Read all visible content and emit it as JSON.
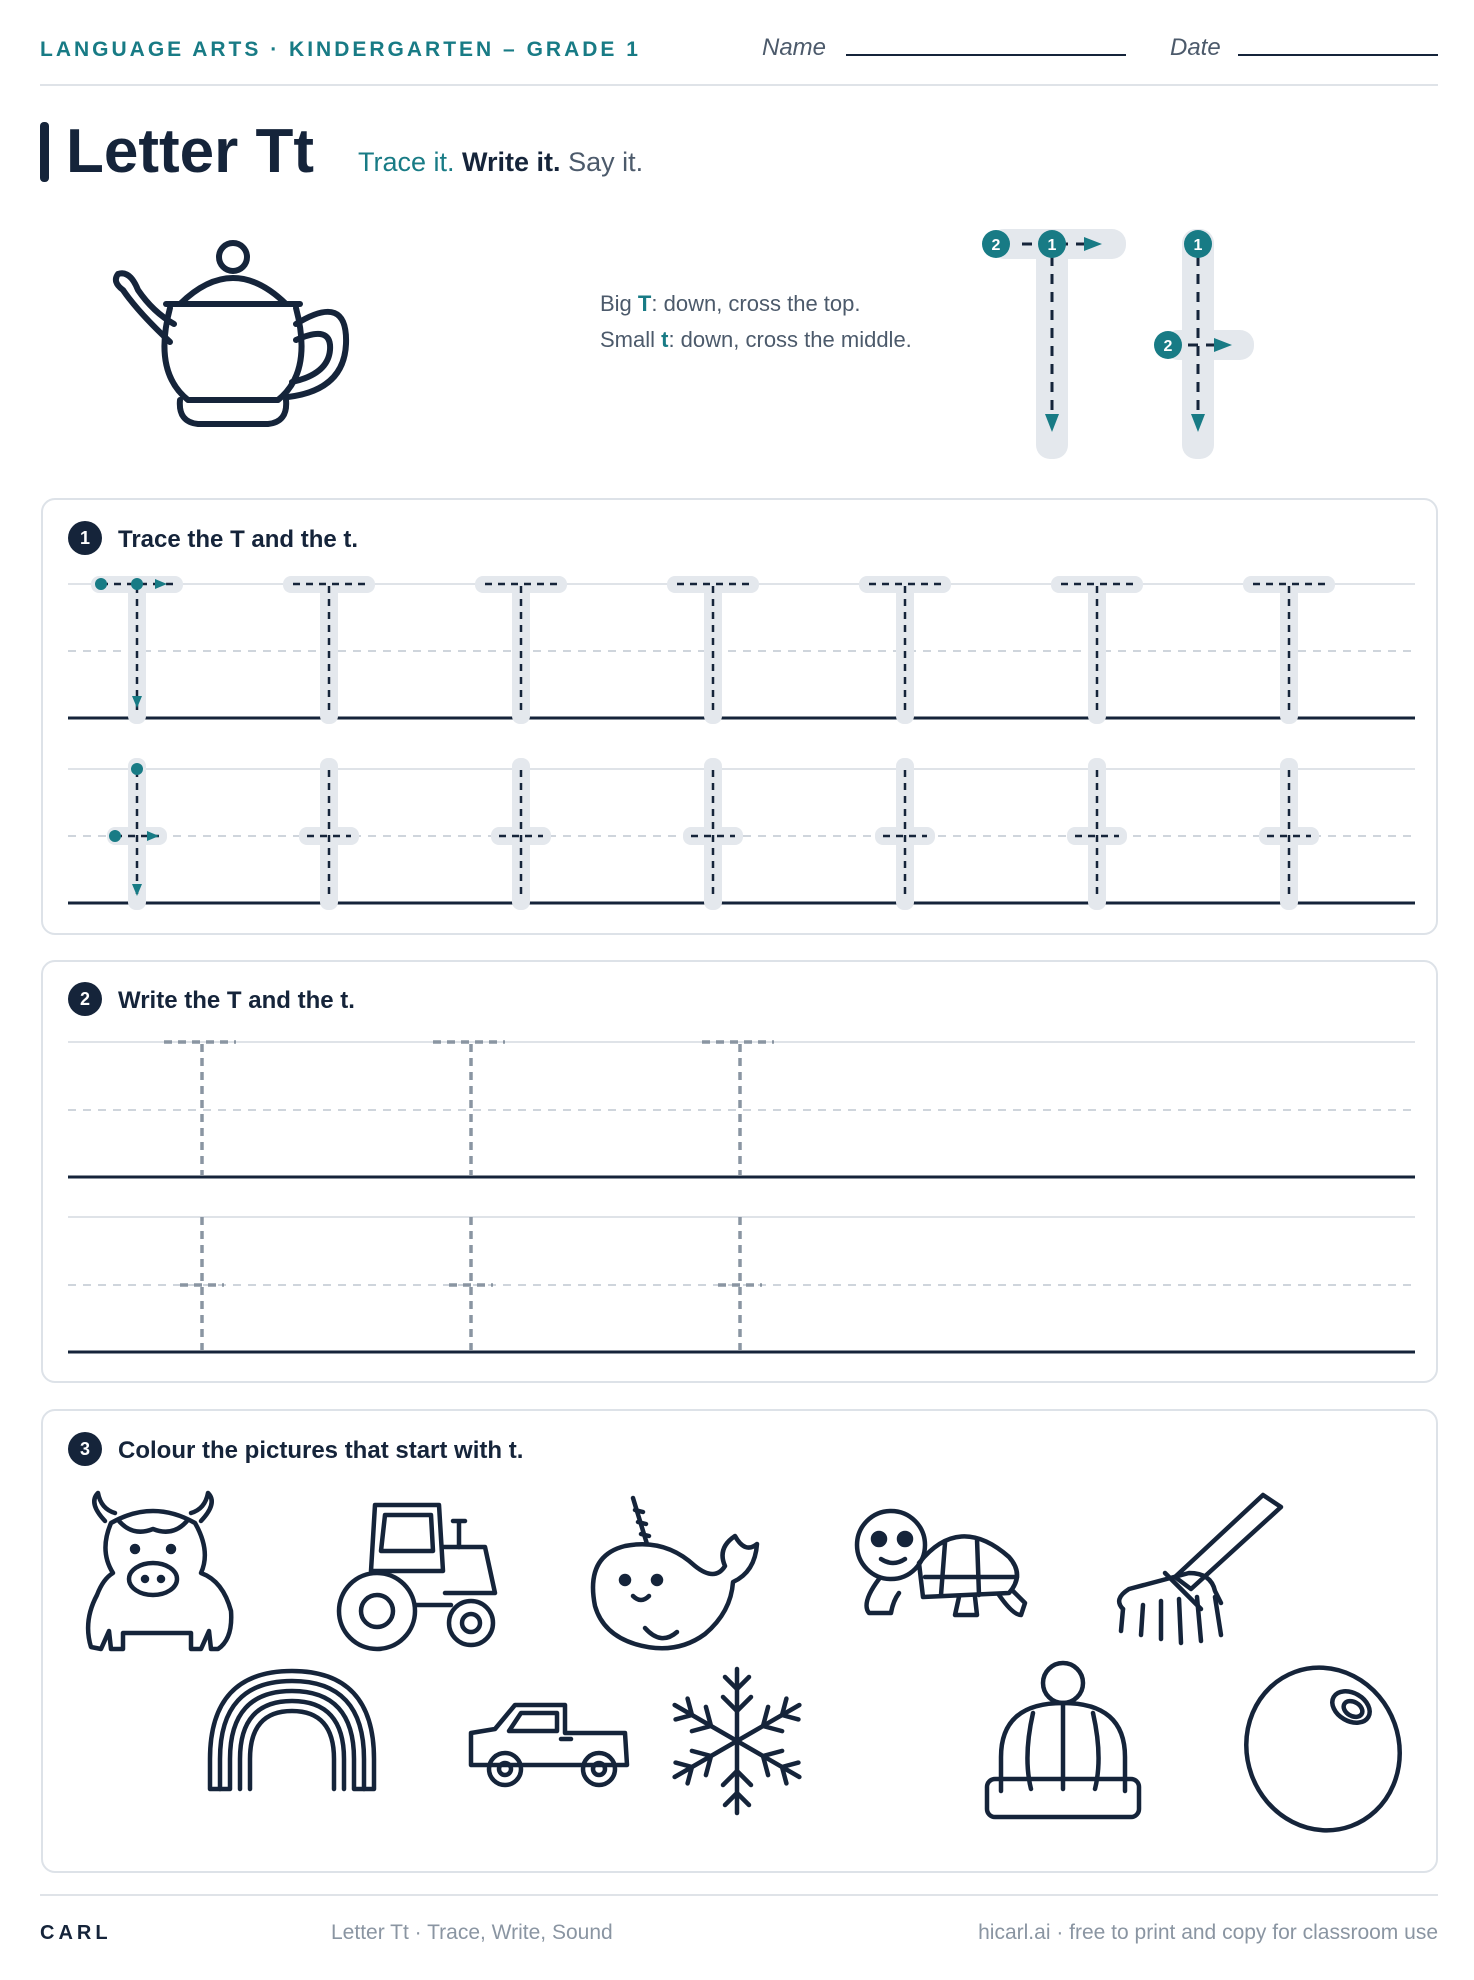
{
  "header": {
    "subject": "LANGUAGE ARTS · KINDERGARTEN – GRADE 1",
    "name_label": "Name",
    "date_label": "Date"
  },
  "title": {
    "text": "Letter Tt",
    "trace": "Trace it.",
    "write": "Write it.",
    "say": "Say it."
  },
  "picture_word": "teapot",
  "hint": {
    "big_prefix": "Big ",
    "big_letter": "T",
    "big_text": ": down, cross the top.",
    "small_prefix": "Small ",
    "small_letter": "t",
    "small_text": ": down, cross the middle."
  },
  "stroke_order": {
    "upper": [
      "1",
      "2"
    ],
    "lower": [
      "1",
      "2"
    ]
  },
  "sections": [
    {
      "number": "1",
      "prefix": "Trace the ",
      "upper": "T",
      "middle": " and the ",
      "lower": "t",
      "suffix": "."
    },
    {
      "number": "2",
      "prefix": "Write the ",
      "upper": "T",
      "middle": " and the ",
      "lower": "t",
      "suffix": "."
    },
    {
      "number": "3",
      "prefix": "Colour the pictures that start with ",
      "upper": "",
      "middle": "",
      "lower": "t",
      "suffix": "."
    }
  ],
  "trace_counts": {
    "upper": 7,
    "lower": 7
  },
  "write_counts": {
    "upper": 3,
    "lower": 3
  },
  "pictures": [
    "yak",
    "tractor",
    "narwhal",
    "turtle",
    "rake",
    "rainbow",
    "truck",
    "snowflake",
    "hat",
    "olive"
  ],
  "colors": {
    "teal": "#187b85",
    "navy": "#15243a",
    "guide_fill": "#e4e8ed",
    "dashed_grey": "#8a95a2"
  },
  "footer": {
    "brand": "CARL",
    "title": "Letter Tt · Trace, Write, Sound",
    "site": "hicarl.ai · free to print and copy for classroom use"
  }
}
